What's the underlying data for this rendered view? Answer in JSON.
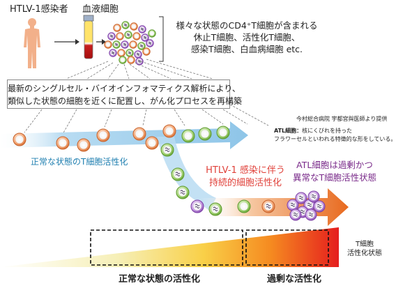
{
  "labels": {
    "infected_person": "HTLV-1感染者",
    "blood_cells": "血液細胞",
    "cd4_lines": [
      "様々な状態のCD4⁺T細胞が含まれる",
      "休止T細胞、活性化T細胞、",
      "感染T細胞、白血病細胞 etc."
    ],
    "method_lines": [
      "最新のシングルセル・バイオインフォマティクス解析により、",
      "類似した状態の細胞を近くに配置し、がん化プロセスを再構築"
    ],
    "source": "今村総合病院 宇都宮與医師より提供",
    "atl_def_bold": "ATL細胞：",
    "atl_def_lines": [
      "核にくびれを持った",
      "フラワーセルといわれる特徴的な形をしている。"
    ],
    "normal_activation": "正常な状態のT細胞活性化",
    "persist_lines": [
      "HTLV-1 感染に伴う",
      "持続的細胞活性化"
    ],
    "atl_lines": [
      "ATL細胞は過剰かつ",
      "異常なT細胞活性状態"
    ],
    "tcell_lines": [
      "T細胞",
      "活性化状態"
    ],
    "bottom_normal": "正常な状態の活性化",
    "bottom_excess": "過剰な活性化"
  },
  "colors": {
    "normal_text": "#1f7fb0",
    "persist_text": "#e0413a",
    "atl_text": "#7a2b8a",
    "orange_cell": "#f0a070",
    "green_cell": "#8bc34a",
    "purple_cell": "#b07ad0",
    "blue_arrow": "#8ec5e8",
    "orange_arrow": "#e8691e"
  }
}
